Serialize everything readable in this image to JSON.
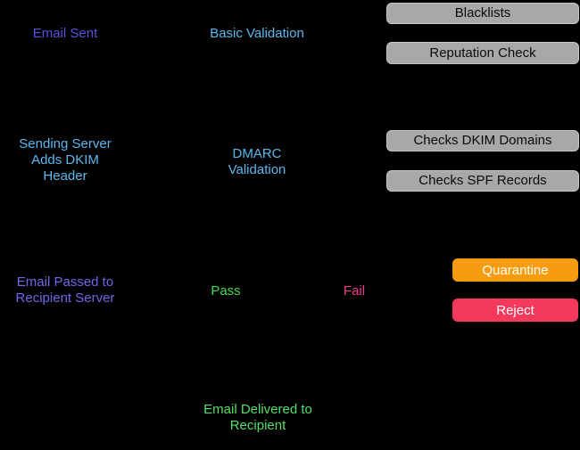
{
  "palette": {
    "background": "#000000",
    "gray_button_fill": "#A8A8A8",
    "gray_button_border": "#C6C6C6",
    "gray_button_text": "#0A0A0A",
    "white_text": "#FFFFFF"
  },
  "nodes": {
    "email_sent": {
      "label": "Email Sent",
      "color": "#5851DB"
    },
    "basic_validation": {
      "label": "Basic Validation",
      "color": "#5BB8EE"
    },
    "sending_server": {
      "lines": [
        "Sending Server",
        "Adds DKIM",
        "Header"
      ],
      "color": "#5BB8EE"
    },
    "dmarc_validation": {
      "lines": [
        "DMARC",
        "Validation"
      ],
      "color": "#5BB8EE"
    },
    "email_passed": {
      "lines": [
        "Email Passed to",
        "Recipient Server"
      ],
      "color": "#6E69E6"
    },
    "pass": {
      "label": "Pass",
      "color": "#3FDC50"
    },
    "fail": {
      "label": "Fail",
      "color": "#EF3A8C"
    },
    "email_delivered": {
      "lines": [
        "Email Delivered to",
        "Recipient"
      ],
      "color": "#55DE68"
    }
  },
  "buttons": {
    "blacklists": {
      "label": "Blacklists"
    },
    "reputation_check": {
      "label": "Reputation Check"
    },
    "checks_dkim": {
      "label": "Checks DKIM Domains"
    },
    "checks_spf": {
      "label": "Checks SPF Records"
    },
    "quarantine": {
      "label": "Quarantine",
      "bg": "#F89C0F",
      "color": "#FFFFFF"
    },
    "reject": {
      "label": "Reject",
      "bg": "#F5395C",
      "color": "#FFFFFF"
    }
  }
}
